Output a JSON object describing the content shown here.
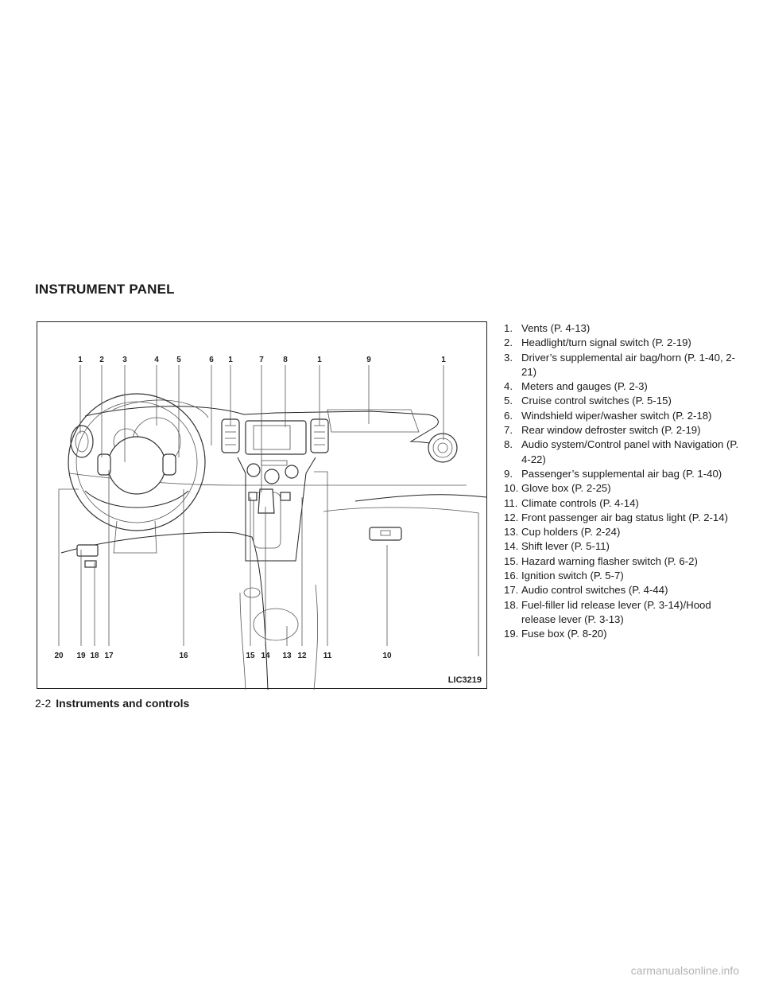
{
  "section": {
    "title": "INSTRUMENT PANEL"
  },
  "figure": {
    "code": "LIC3219",
    "top_callouts": [
      "1",
      "2",
      "3",
      "4",
      "5",
      "6",
      "1",
      "7",
      "8",
      "1",
      "9",
      "1"
    ],
    "bottom_callouts": [
      "20",
      "19",
      "18",
      "17",
      "16",
      "15",
      "14",
      "13",
      "12",
      "11",
      "10"
    ]
  },
  "legend": [
    {
      "num": "1.",
      "text": "Vents (P. 4-13)"
    },
    {
      "num": "2.",
      "text": "Headlight/turn signal switch (P. 2-19)"
    },
    {
      "num": "3.",
      "text": "Driver’s supplemental air bag/horn (P. 1-40, 2-21)"
    },
    {
      "num": "4.",
      "text": "Meters and gauges (P. 2-3)"
    },
    {
      "num": "5.",
      "text": "Cruise control switches (P. 5-15)"
    },
    {
      "num": "6.",
      "text": "Windshield wiper/washer switch (P. 2-18)"
    },
    {
      "num": "7.",
      "text": "Rear window defroster switch (P. 2-19)"
    },
    {
      "num": "8.",
      "text": "Audio system/Control panel with Navigation (P. 4-22)"
    },
    {
      "num": "9.",
      "text": "Passenger’s supplemental air bag (P. 1-40)"
    },
    {
      "num": "10.",
      "text": "Glove box (P. 2-25)"
    },
    {
      "num": "11.",
      "text": "Climate controls (P. 4-14)"
    },
    {
      "num": "12.",
      "text": "Front passenger air bag status light (P. 2-14)"
    },
    {
      "num": "13.",
      "text": "Cup holders (P. 2-24)"
    },
    {
      "num": "14.",
      "text": "Shift lever (P. 5-11)"
    },
    {
      "num": "15.",
      "text": "Hazard warning flasher switch (P. 6-2)"
    },
    {
      "num": "16.",
      "text": "Ignition switch (P. 5-7)"
    },
    {
      "num": "17.",
      "text": "Audio control switches (P. 4-44)"
    },
    {
      "num": "18.",
      "text": "Fuel-filler lid release lever (P. 3-14)/Hood release lever (P. 3-13)"
    },
    {
      "num": "19.",
      "text": "Fuse box (P. 8-20)"
    }
  ],
  "footer": {
    "page": "2-2",
    "section": "Instruments and controls"
  },
  "watermark": "carmanualsonline.info"
}
